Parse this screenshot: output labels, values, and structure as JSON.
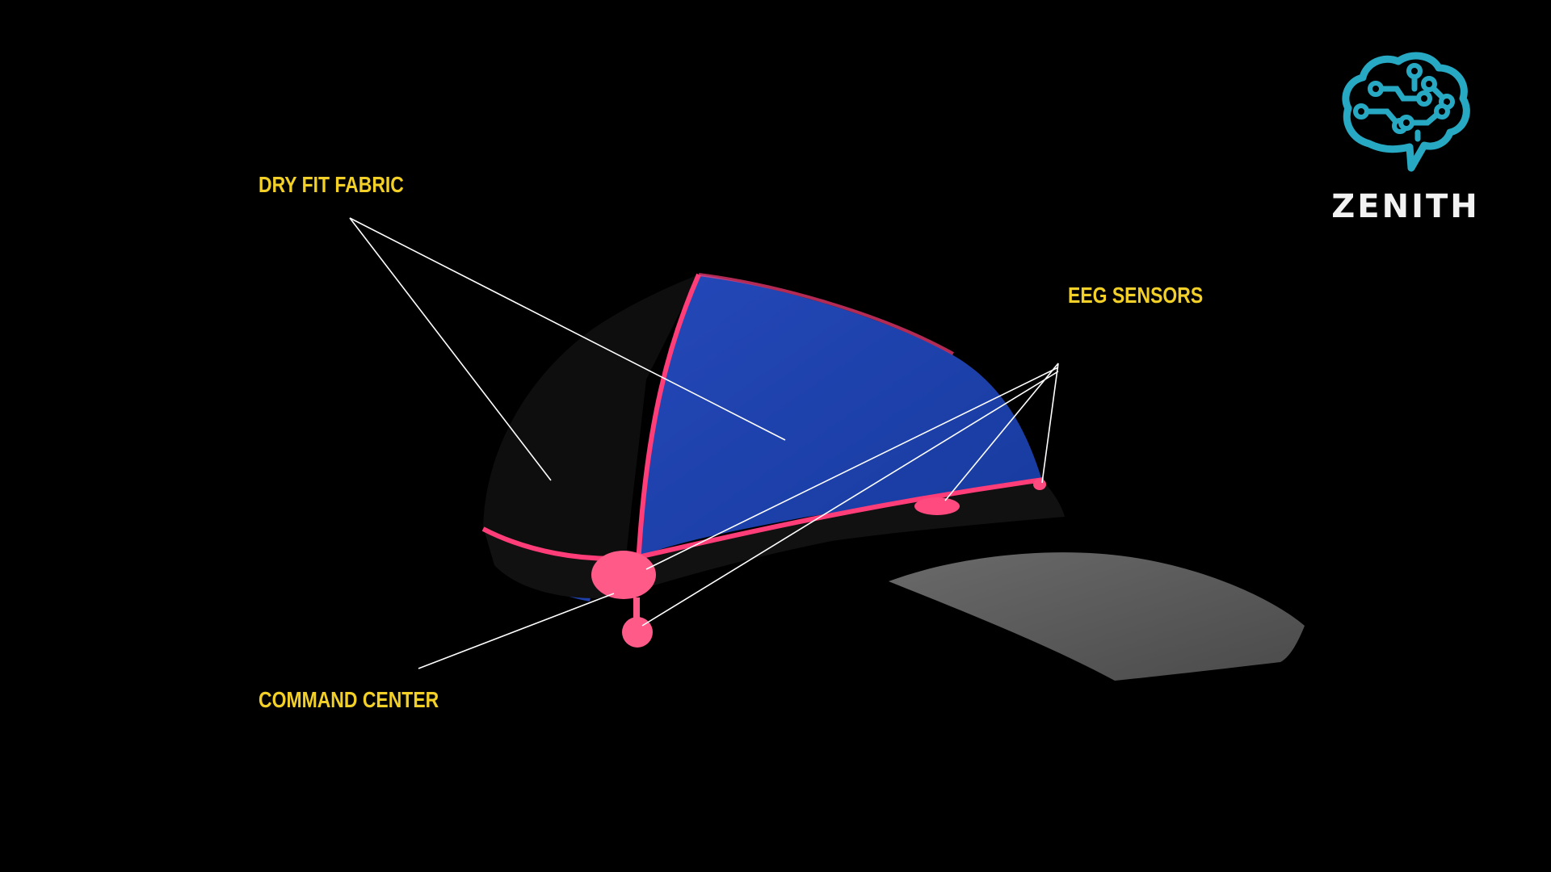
{
  "callouts": {
    "dry_fit": "DRY FIT FABRIC",
    "eeg": "EEG SENSORS",
    "command": "COMMAND CENTER"
  },
  "brand": {
    "name": "ZENITH",
    "logo_icon": "brain-speech-bubble-icon"
  },
  "colors": {
    "background": "#000000",
    "label": "#f2d027",
    "leader_line": "#ffffff",
    "cap_blue": "#1a3fa8",
    "cap_black": "#0d0d0d",
    "piping_pink": "#ff3d78",
    "visor_gray": "#5a5a5a",
    "logo_teal": "#27a9c3"
  }
}
